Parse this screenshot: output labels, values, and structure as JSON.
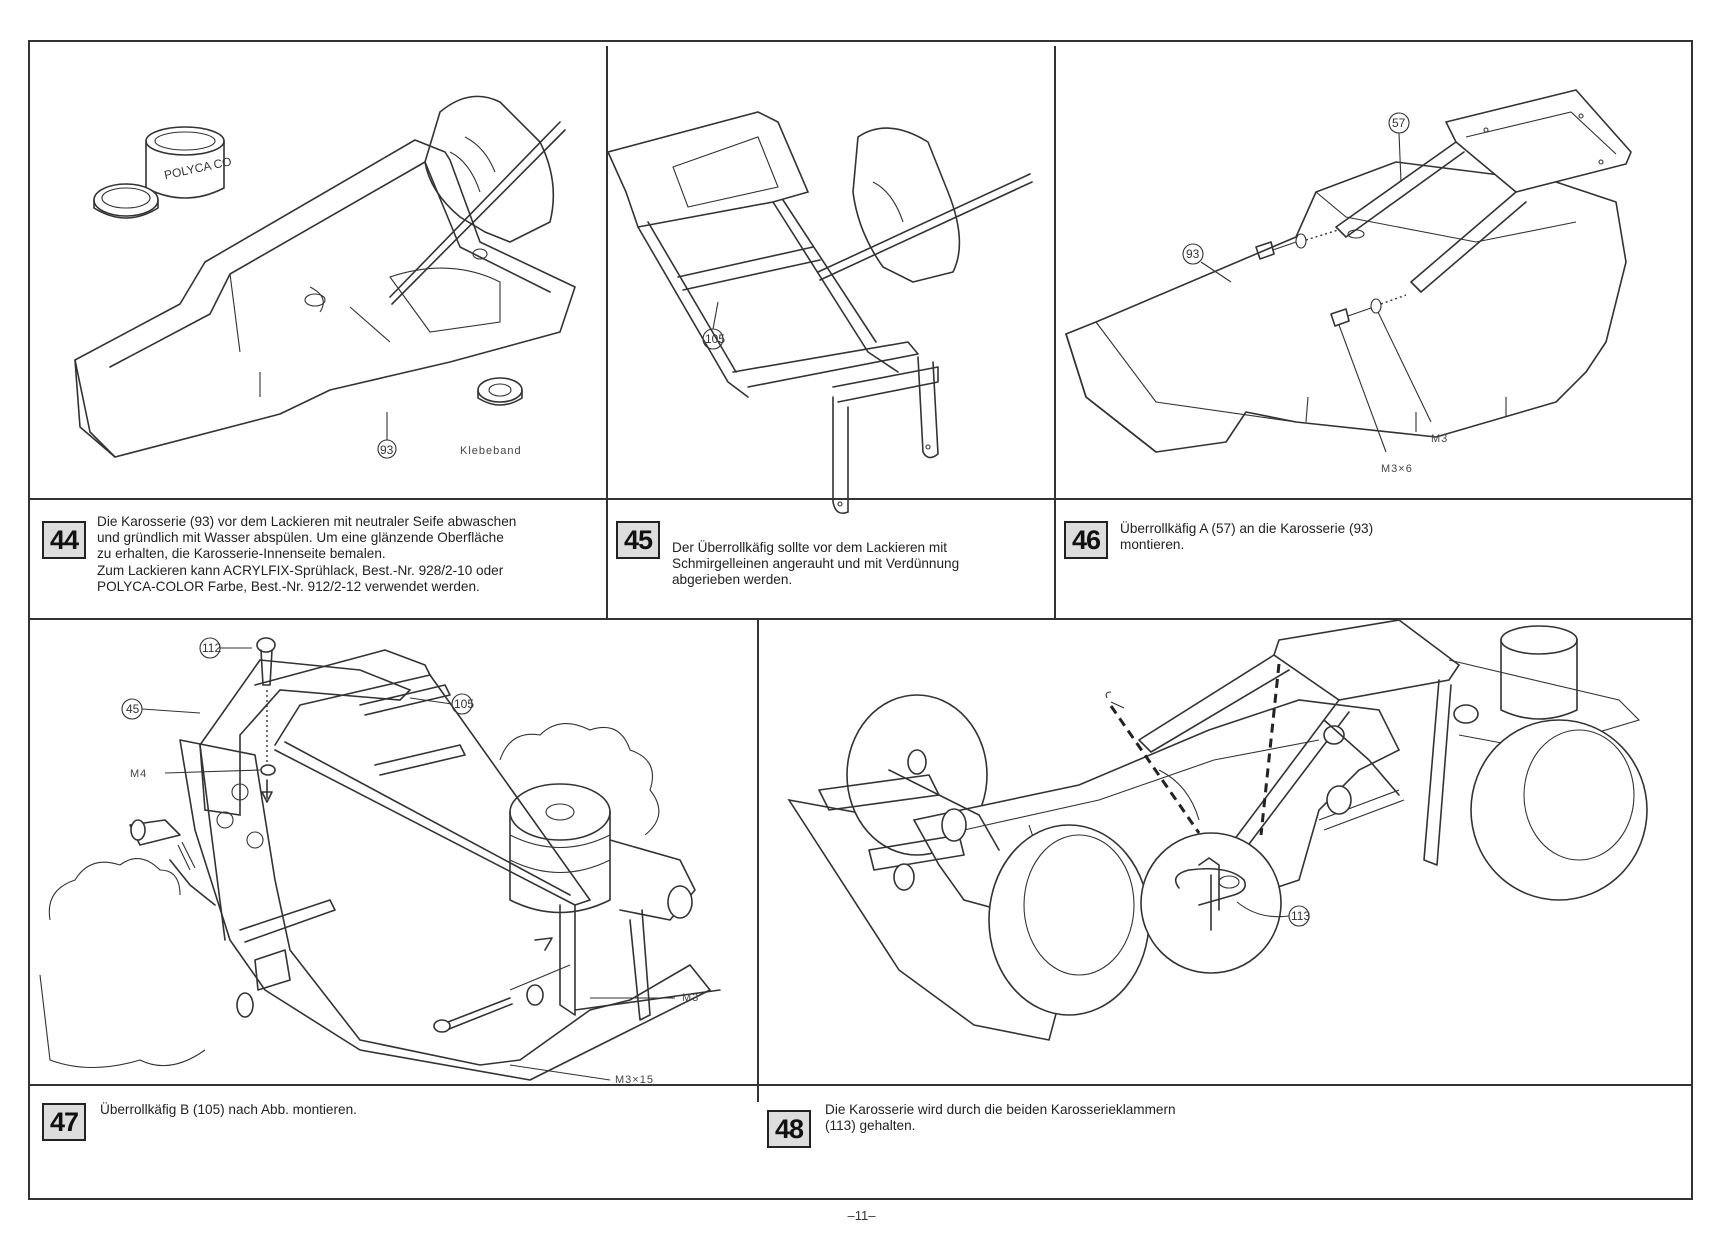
{
  "steps": [
    {
      "number": "44",
      "caption_lines": [
        "Die Karosserie (93) vor dem Lackieren mit neutraler Seife abwaschen",
        "und gründlich mit Wasser abspülen. Um eine glänzende Oberfläche",
        "zu erhalten, die Karosserie-Innenseite bemalen.",
        "Zum Lackieren kann ACRYLFIX-Sprühlack, Best.-Nr. 928/2-10 oder",
        "POLYCA-COLOR Farbe, Best.-Nr. 912/2-12 verwendet werden."
      ],
      "labels": {
        "part": "93",
        "tape": "Klebeband",
        "paint_can": "POLYCA CO"
      }
    },
    {
      "number": "45",
      "caption_lines": [
        "Der Überrollkäfig sollte vor dem Lackieren mit",
        "Schmirgelleinen angerauht und mit Verdünnung",
        "abgerieben werden."
      ],
      "labels": {
        "part": "105"
      }
    },
    {
      "number": "46",
      "caption_lines": [
        "Überrollkäfig A (57) an die Karosserie (93)",
        "montieren."
      ],
      "labels": {
        "cage": "57",
        "body": "93",
        "washer": "M3",
        "screw": "M3×6"
      }
    },
    {
      "number": "47",
      "caption_lines": [
        "Überrollkäfig B (105) nach Abb. montieren."
      ],
      "labels": {
        "screw_top": "112",
        "frame": "45",
        "cage": "105",
        "nut": "M4",
        "m3": "M3",
        "m3x15": "M3×15"
      }
    },
    {
      "number": "48",
      "caption_lines": [
        "Die Karosserie wird durch die beiden Karosserieklammern",
        "(113) gehalten."
      ],
      "labels": {
        "clip": "113"
      }
    }
  ],
  "page_number": "–11–"
}
